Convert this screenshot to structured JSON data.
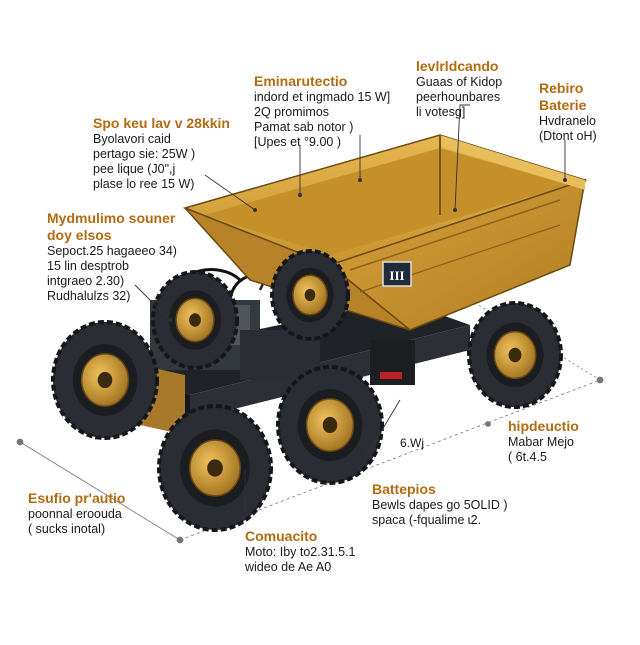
{
  "callouts": {
    "power": {
      "title": "Spo keu lav v 28kkin",
      "lines": [
        "Byolavori caid",
        "pertago sie: 25W )",
        "pee lique (J0\",j",
        "plase lo ree 15 W)"
      ]
    },
    "deck": {
      "title": "Eminarutectio",
      "lines": [
        "indord et ingmado 15 W]",
        "2Q promimos",
        "Pamat sab notor )",
        "[Upes et °9.00 )"
      ]
    },
    "bed": {
      "title": "levlrldcando",
      "lines": [
        "Guaas of Kidop",
        "peerhounbares",
        "li votesg]"
      ]
    },
    "brake": {
      "title": "Rebiro Baterie",
      "lines": [
        "Hvdranelo",
        "(Dtont oH)"
      ]
    },
    "engine": {
      "title": "Mydmulimo souner doy elsos",
      "lines": [
        "Sepoct.25 hagaeeo 34)",
        "15 lin desptrob",
        "intgraeo 2.30)",
        "Rudhalulzs 32)"
      ]
    },
    "hydro": {
      "title": "hipdeuctio",
      "lines": [
        "Mabar Mejo",
        "( 6t.4.5"
      ]
    },
    "battery": {
      "title": "Battepios",
      "lines": [
        "Bewls dapes go 5OLID )",
        "spaca (-fqualime ɩ2."
      ]
    },
    "escape": {
      "title": "Esufio pr'autio",
      "lines": [
        "poonnal eroouda",
        "( sucks inotal)"
      ]
    },
    "comm": {
      "title": "Comuacito",
      "lines": [
        "Moto: Iby to2.31.5.1",
        "wideo de Ae A0"
      ]
    }
  },
  "dimension_label": "6.Wj",
  "badge_text": "III",
  "colors": {
    "accent": "#b36b12",
    "body_yellow": "#d9a43a",
    "body_shadow": "#a8792a",
    "tire": "#2a2d33",
    "rim": "#c8962e",
    "chassis": "#1f2226",
    "red": "#c0202a"
  }
}
